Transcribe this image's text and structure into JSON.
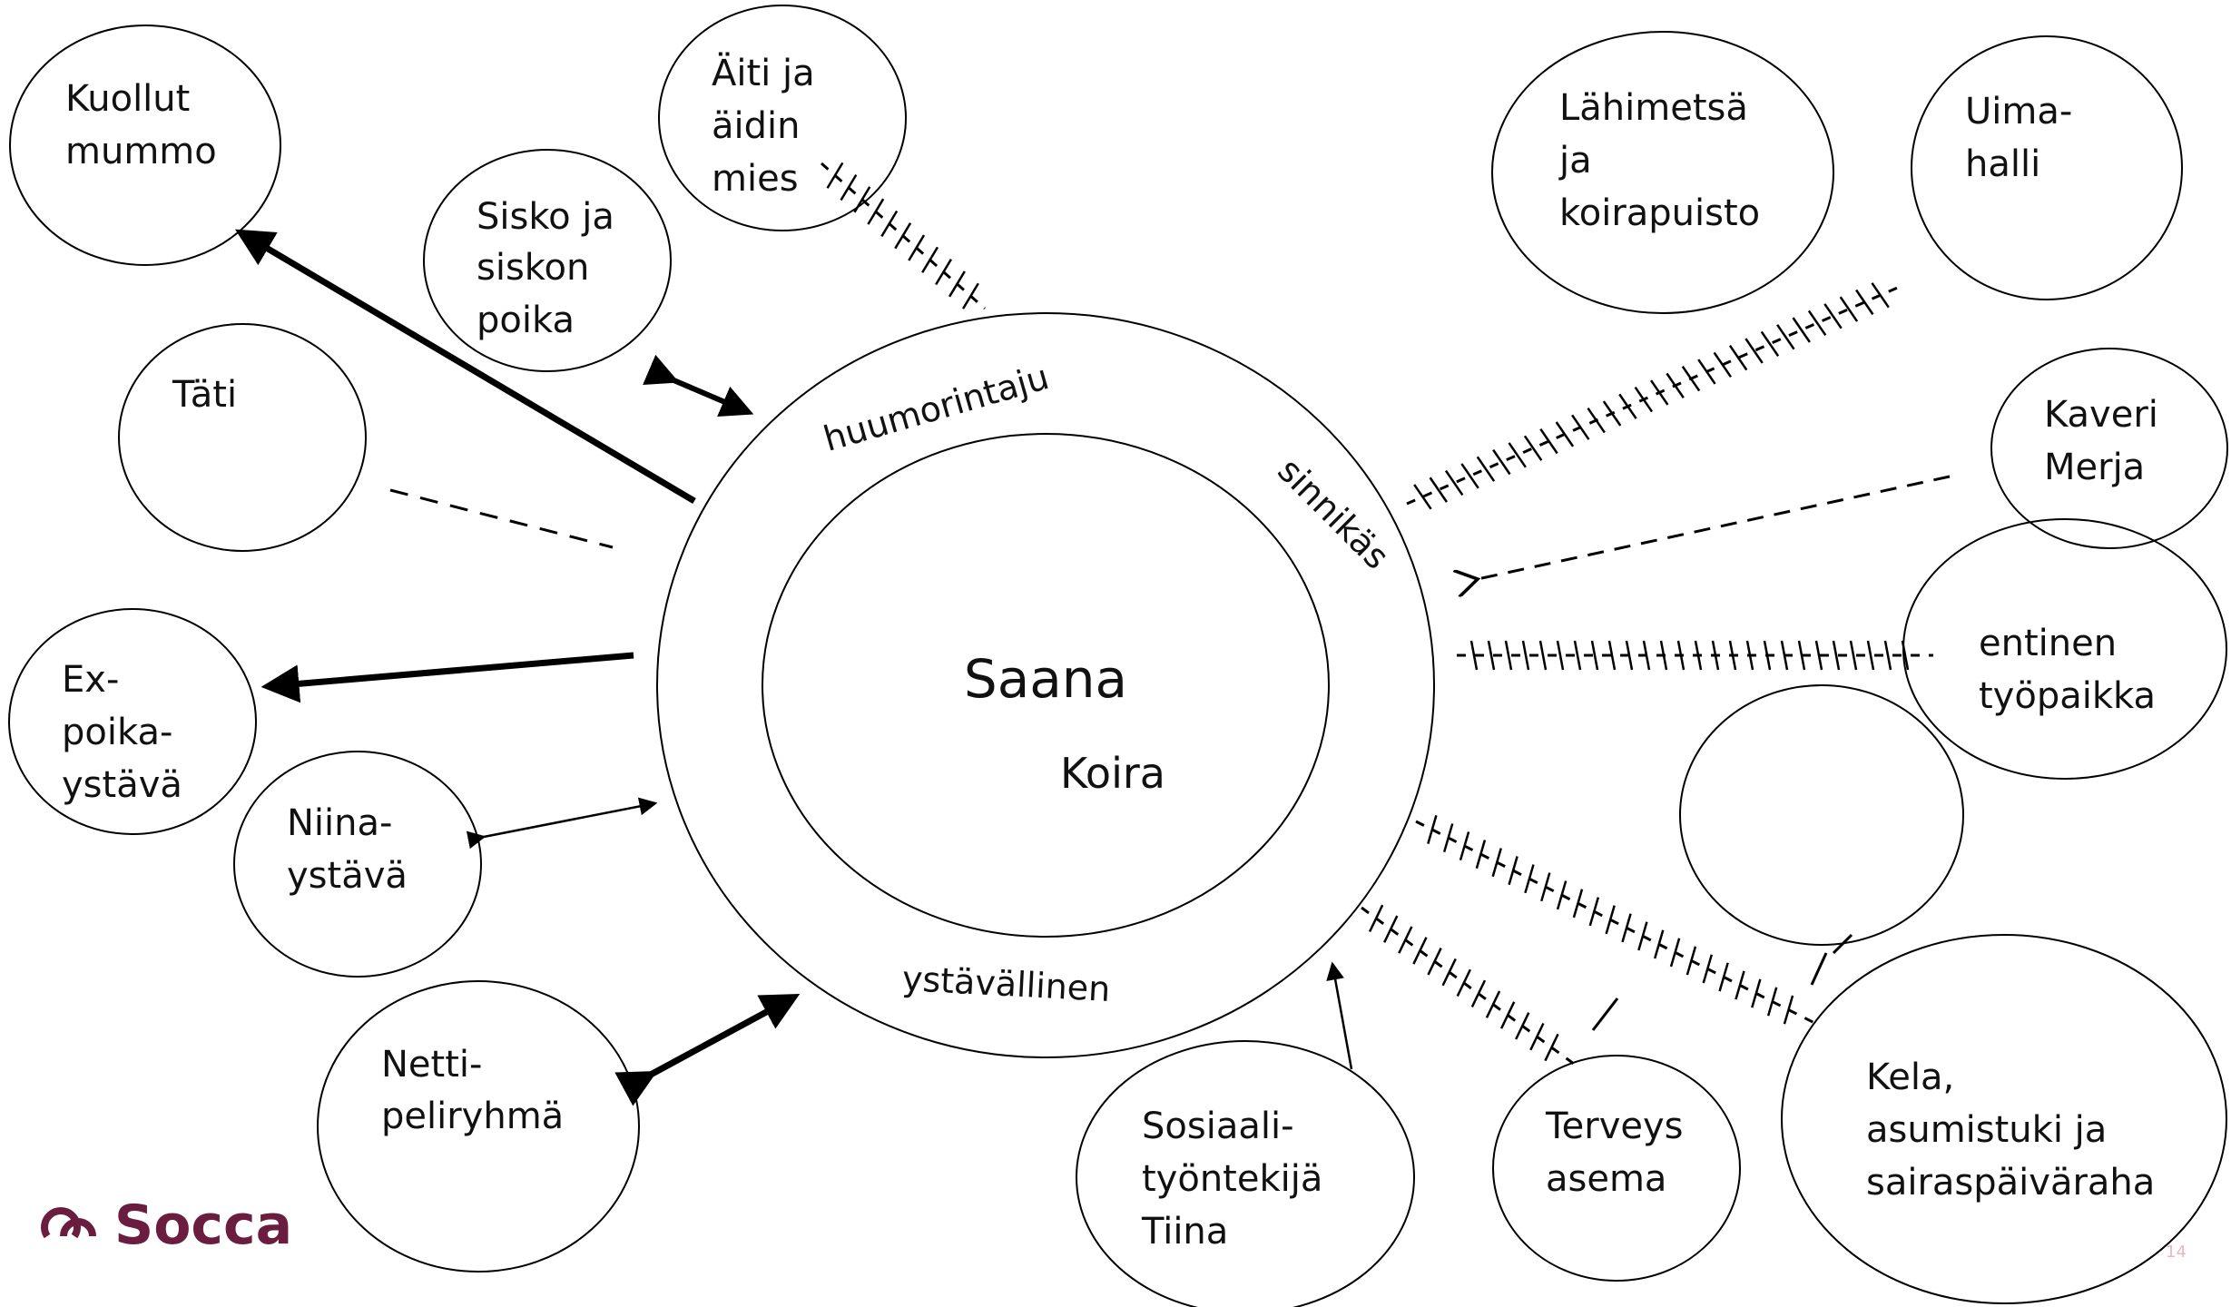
{
  "center": {
    "name": "Saana",
    "sub": "Koira"
  },
  "traits": {
    "top": "huumorintaju",
    "right": "sinnikäs",
    "bottom": "ystävällinen"
  },
  "nodes": {
    "kuollut_mummo": [
      "Kuollut",
      "mummo"
    ],
    "aiti": [
      "Äiti ja",
      "äidin",
      "mies"
    ],
    "sisko": [
      "Sisko ja",
      "siskon",
      "poika"
    ],
    "tati": [
      "Täti"
    ],
    "ex": [
      "Ex-",
      "poika-",
      "ystävä"
    ],
    "niina": [
      "Niina-",
      "ystävä"
    ],
    "netti": [
      "Netti-",
      "peliryhmä"
    ],
    "sosiaali": [
      "Sosiaali-",
      "työntekijä",
      "Tiina"
    ],
    "terveys": [
      "Terveys",
      "asema"
    ],
    "kela": [
      "Kela,",
      "asumistuki ja",
      "sairaspäiväraha"
    ],
    "lahimetsa": [
      "Lähimetsä",
      "ja",
      "koirapuisto"
    ],
    "uima": [
      "Uima-",
      "halli"
    ],
    "kaveri": [
      "Kaveri",
      "Merja"
    ],
    "entinen": [
      "entinen",
      "työpaikka"
    ],
    "empty": []
  },
  "logo": {
    "text": "Socca",
    "color": "#6b1d3f"
  },
  "page_number": "14"
}
